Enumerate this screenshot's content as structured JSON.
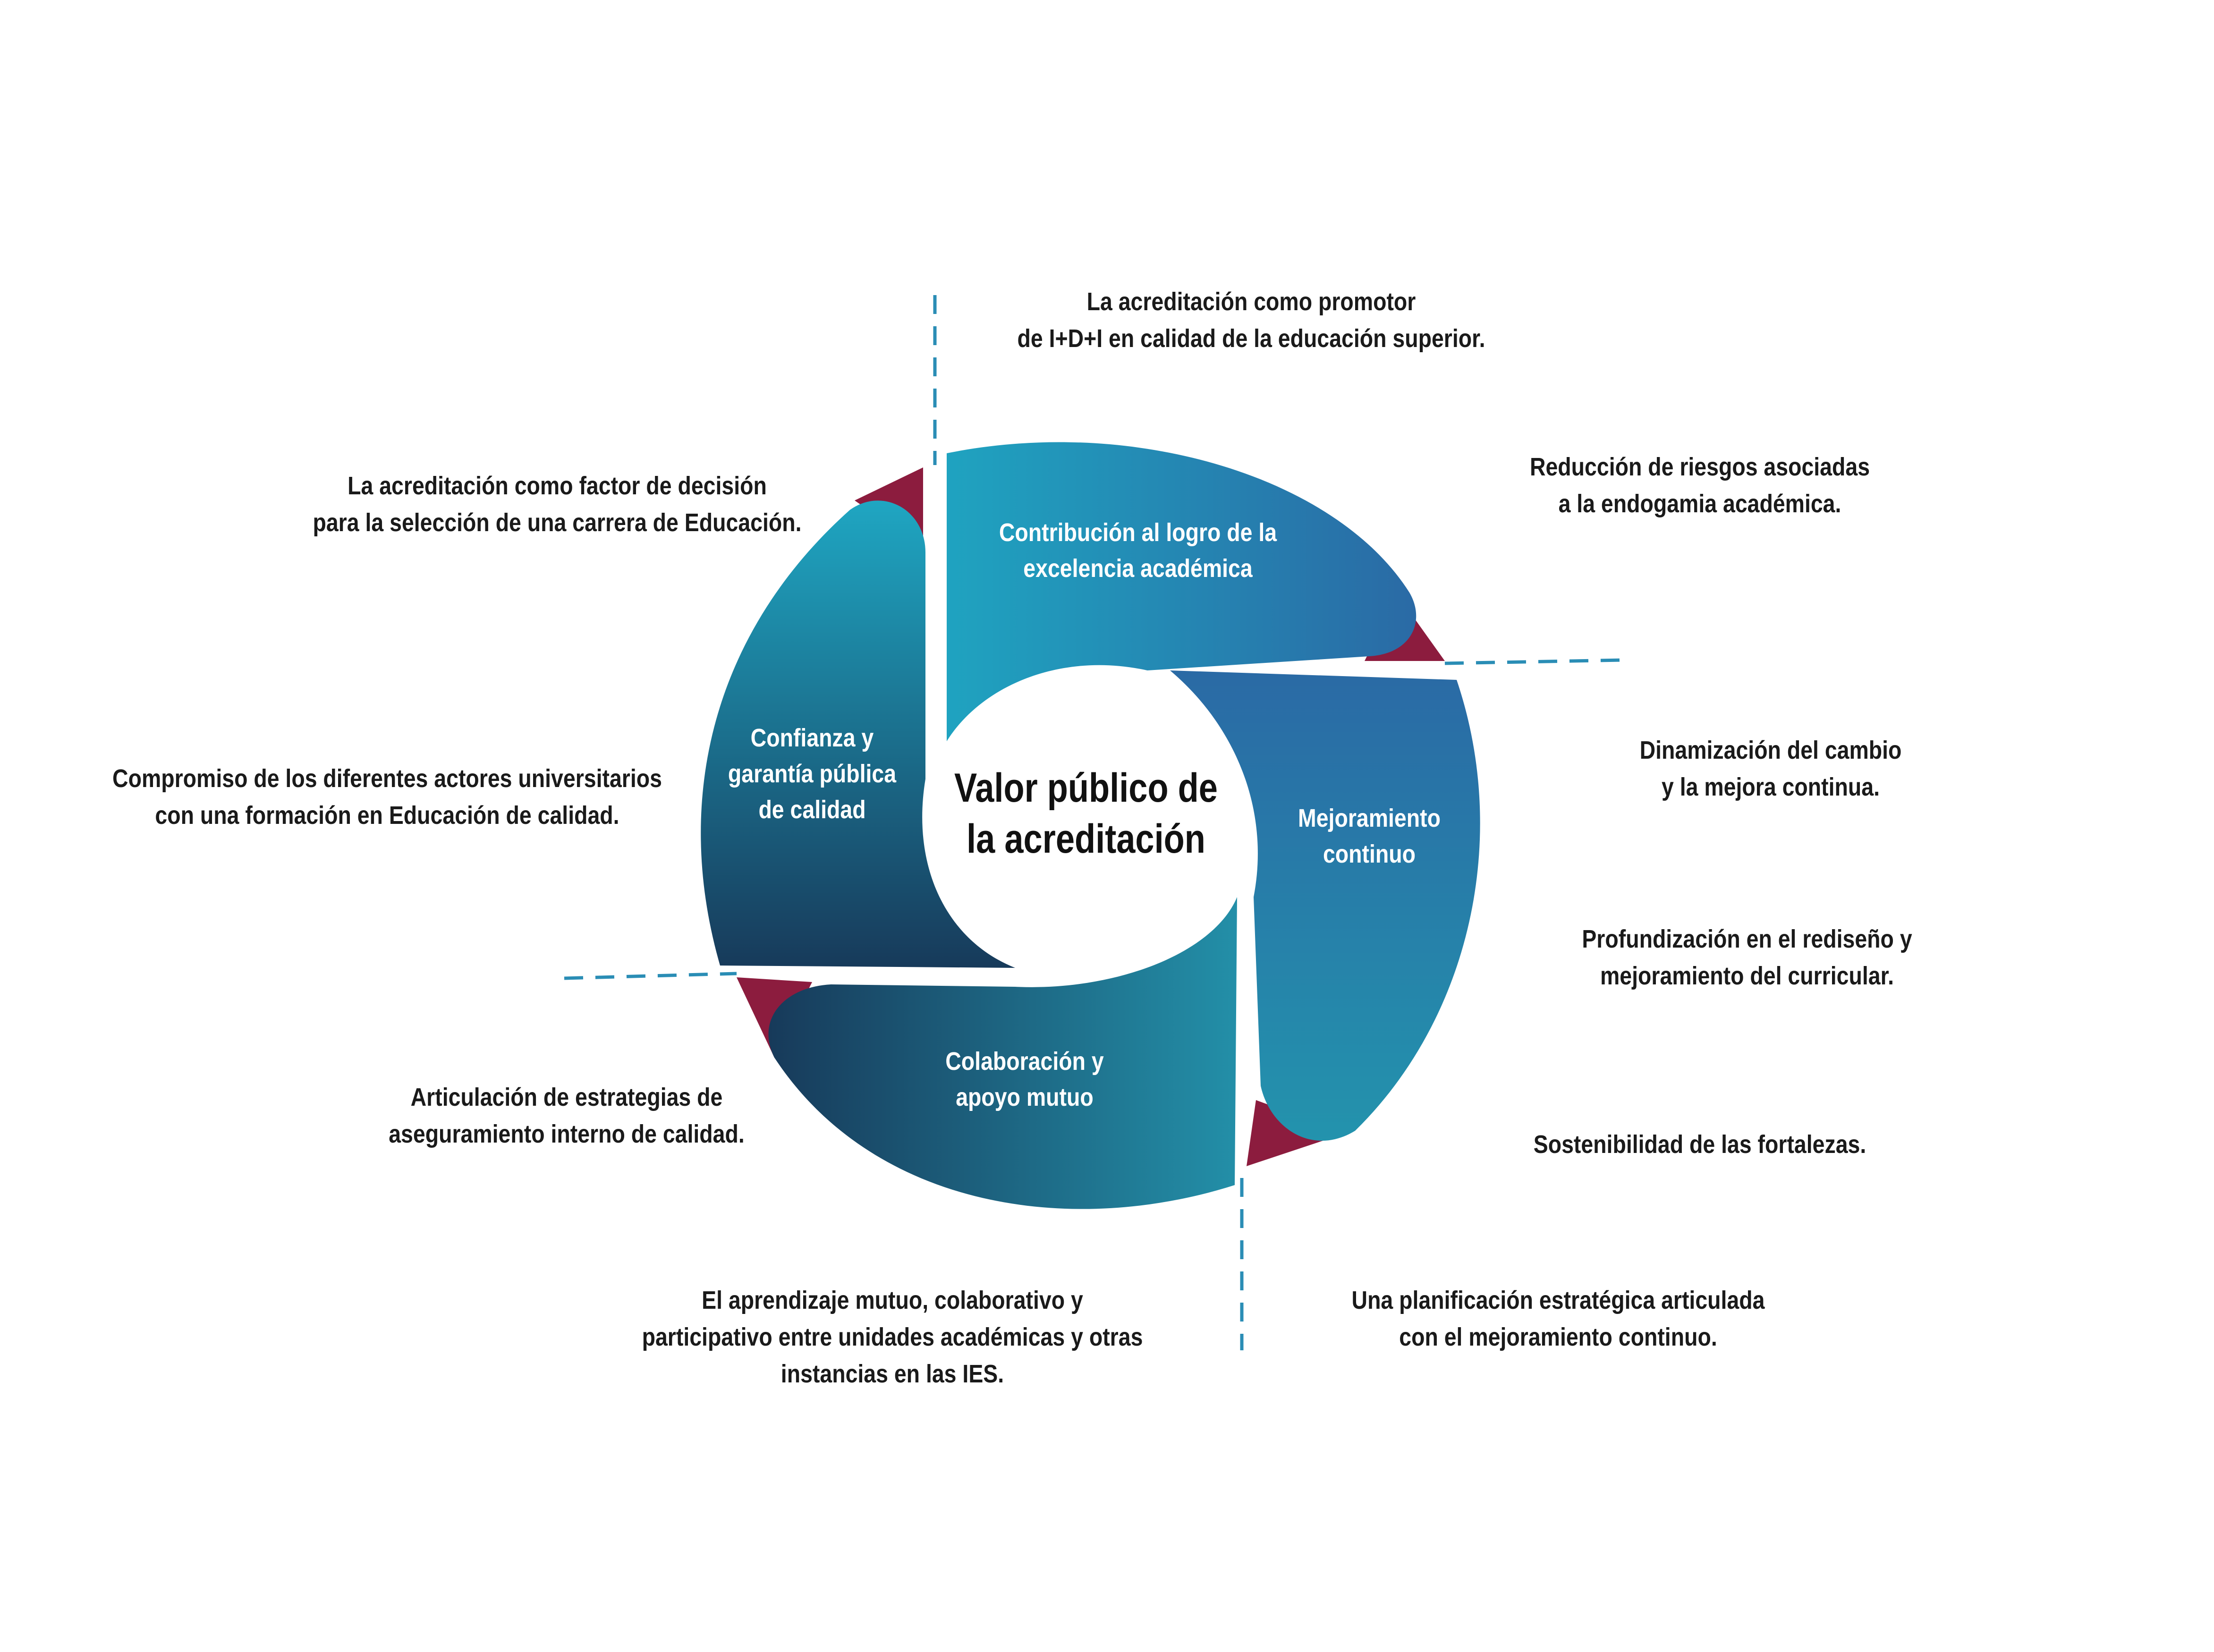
{
  "center": {
    "line1": "Valor público de",
    "line2": "la acreditación"
  },
  "segments": {
    "top": {
      "line1": "Contribución al logro de la",
      "line2": "excelencia académica"
    },
    "right": {
      "line1": "Mejoramiento",
      "line2": "continuo"
    },
    "bottom": {
      "line1": "Colaboración y",
      "line2": "apoyo mutuo"
    },
    "left": {
      "line1": "Confianza y",
      "line2": "garantía pública",
      "line3": "de calidad"
    }
  },
  "annotations": {
    "top_promotor": {
      "line1": "La acreditación como promotor",
      "line2": "de I+D+I en calidad de la educación superior."
    },
    "right_riesgos": {
      "line1": "Reducción de riesgos asociadas",
      "line2": "a la endogamia académica."
    },
    "right_dinamizacion": {
      "line1": "Dinamización del cambio",
      "line2": "y la mejora continua."
    },
    "right_profundizacion": {
      "line1": "Profundización en el rediseño y",
      "line2": "mejoramiento del curricular."
    },
    "right_sostenibilidad": {
      "line1": "Sostenibilidad de las fortalezas."
    },
    "bottom_planificacion": {
      "line1": "Una planificación estratégica articulada",
      "line2": "con el mejoramiento continuo."
    },
    "bottom_aprendizaje": {
      "line1": "El aprendizaje mutuo, colaborativo y",
      "line2": "participativo entre unidades académicas y otras",
      "line3": "instancias en las IES."
    },
    "left_articulacion": {
      "line1": "Articulación de estrategias de",
      "line2": "aseguramiento interno de calidad."
    },
    "left_compromiso": {
      "line1": "Compromiso de los diferentes actores universitarios",
      "line2": "con una formación en Educación de calidad."
    },
    "left_factor": {
      "line1": "La acreditación como factor de decisión",
      "line2": "para la selección de una carrera de Educación."
    }
  },
  "colors": {
    "teal_light": "#1fa3c0",
    "blue_mid": "#2a6aa5",
    "navy_dark": "#173a5a",
    "crimson": "#8c1c3e",
    "dash": "#2a8db5",
    "text": "#1a1a1a"
  }
}
